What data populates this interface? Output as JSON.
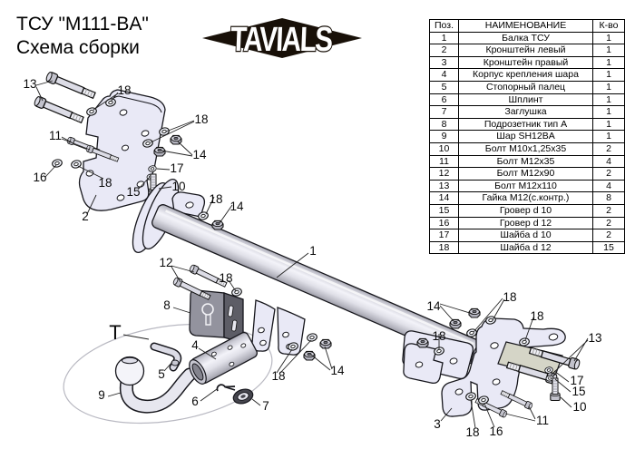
{
  "title": {
    "line1": "ТСУ  \"M111-BA\"",
    "line2": "Схема сборки"
  },
  "logo": {
    "text": "TAVIALS"
  },
  "table": {
    "headers": {
      "pos": "Поз.",
      "name": "НАИМЕНОВАНИЕ",
      "qty": "К-во"
    },
    "rows": [
      {
        "pos": "1",
        "name": "Балка ТСУ",
        "qty": "1"
      },
      {
        "pos": "2",
        "name": "Кронштейн левый",
        "qty": "1"
      },
      {
        "pos": "3",
        "name": "Кронштейн правый",
        "qty": "1"
      },
      {
        "pos": "4",
        "name": "Корпус крепления шара",
        "qty": "1"
      },
      {
        "pos": "5",
        "name": "Стопорный палец",
        "qty": "1"
      },
      {
        "pos": "6",
        "name": "Шплинт",
        "qty": "1"
      },
      {
        "pos": "7",
        "name": "Заглушка",
        "qty": "1"
      },
      {
        "pos": "8",
        "name": "Подрозетник тип А",
        "qty": "1"
      },
      {
        "pos": "9",
        "name": "Шар SH12BA",
        "qty": "1"
      },
      {
        "pos": "10",
        "name": "Болт М10х1,25х35",
        "qty": "2"
      },
      {
        "pos": "11",
        "name": "Болт М12х35",
        "qty": "4"
      },
      {
        "pos": "12",
        "name": "Болт М12х90",
        "qty": "2"
      },
      {
        "pos": "13",
        "name": "Болт М12х110",
        "qty": "4"
      },
      {
        "pos": "14",
        "name": "Гайка М12(с.контр.)",
        "qty": "8"
      },
      {
        "pos": "15",
        "name": "Гровер d 10",
        "qty": "2"
      },
      {
        "pos": "16",
        "name": "Гровер d 12",
        "qty": "2"
      },
      {
        "pos": "17",
        "name": "Шайба d 10",
        "qty": "2"
      },
      {
        "pos": "18",
        "name": "Шайба d 12",
        "qty": "15"
      }
    ]
  },
  "diagram": {
    "callouts": [
      {
        "label": "13"
      },
      {
        "label": "18"
      },
      {
        "label": "11"
      },
      {
        "label": "18"
      },
      {
        "label": "14"
      },
      {
        "label": "16"
      },
      {
        "label": "18"
      },
      {
        "label": "17"
      },
      {
        "label": "15"
      },
      {
        "label": "10"
      },
      {
        "label": "2"
      },
      {
        "label": "18"
      },
      {
        "label": "14"
      },
      {
        "label": "1"
      },
      {
        "label": "12"
      },
      {
        "label": "18"
      },
      {
        "label": "8"
      },
      {
        "label": "T"
      },
      {
        "label": "5"
      },
      {
        "label": "4"
      },
      {
        "label": "9"
      },
      {
        "label": "6"
      },
      {
        "label": "7"
      },
      {
        "label": "18"
      },
      {
        "label": "14"
      },
      {
        "label": "14"
      },
      {
        "label": "18"
      },
      {
        "label": "18"
      },
      {
        "label": "18"
      },
      {
        "label": "13"
      },
      {
        "label": "17"
      },
      {
        "label": "15"
      },
      {
        "label": "10"
      },
      {
        "label": "11"
      },
      {
        "label": "3"
      },
      {
        "label": "18"
      },
      {
        "label": "16"
      }
    ]
  }
}
